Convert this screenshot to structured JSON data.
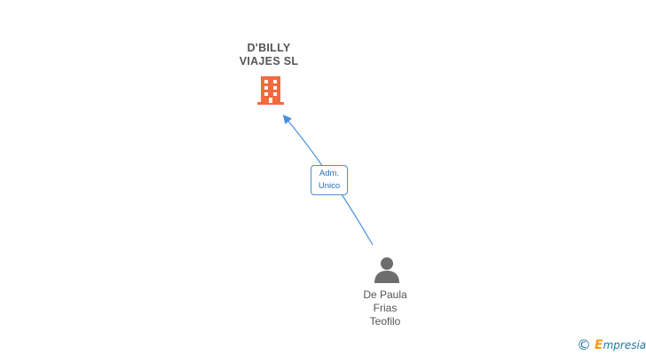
{
  "company": {
    "name_line1": "D'BILLY",
    "name_line2": "VIAJES SL",
    "icon": "building-icon",
    "color": "#f26a3d"
  },
  "relationship": {
    "line1": "Adm.",
    "line2": "Unico",
    "color": "#4a90d9"
  },
  "person": {
    "line1": "De Paula",
    "line2": "Frias",
    "line3": "Teofilo",
    "icon": "person-icon",
    "color": "#6d6d6d"
  },
  "footer": {
    "copyright_symbol": "©",
    "brand_initial": "E",
    "brand_rest": "mpresia",
    "brand_color": "#1f76a6",
    "accent_color": "#f39c12"
  }
}
